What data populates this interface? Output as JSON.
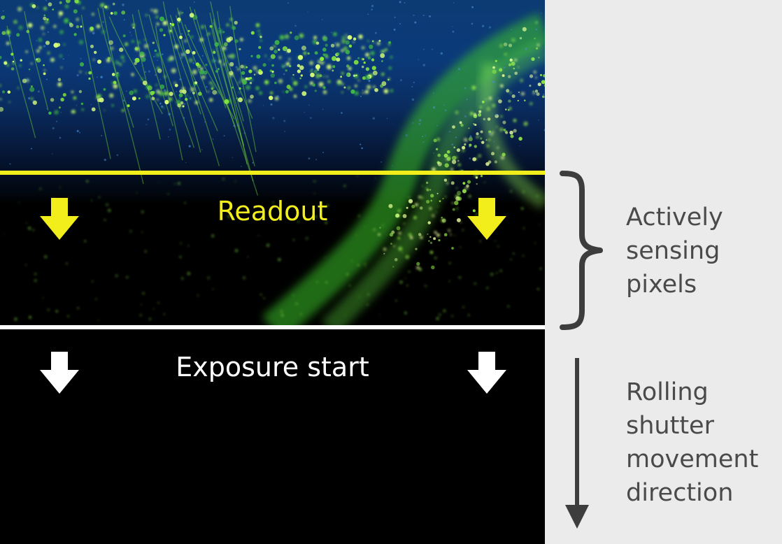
{
  "labels": {
    "readout": "Readout",
    "exposure_start": "Exposure start"
  },
  "annotations": {
    "active_region": [
      "Actively",
      "sensing",
      "pixels"
    ],
    "direction": [
      "Rolling",
      "shutter",
      "movement",
      "direction"
    ]
  },
  "icons": {
    "readout_arrow": "arrow-down-icon",
    "exposure_arrow": "arrow-down-icon",
    "bracket": "curly-brace-icon",
    "direction_arrow": "long-arrow-down-icon"
  },
  "colors": {
    "readout": "#f2ee1c",
    "exposure": "#ffffff",
    "annotation_text": "#4a4a4a",
    "annotation_stroke": "#3d3d3d",
    "sidebar_background": "#ebebeb",
    "fluorescence_green": "#7fff2a",
    "fluorescence_blue": "#0a3a7a"
  }
}
